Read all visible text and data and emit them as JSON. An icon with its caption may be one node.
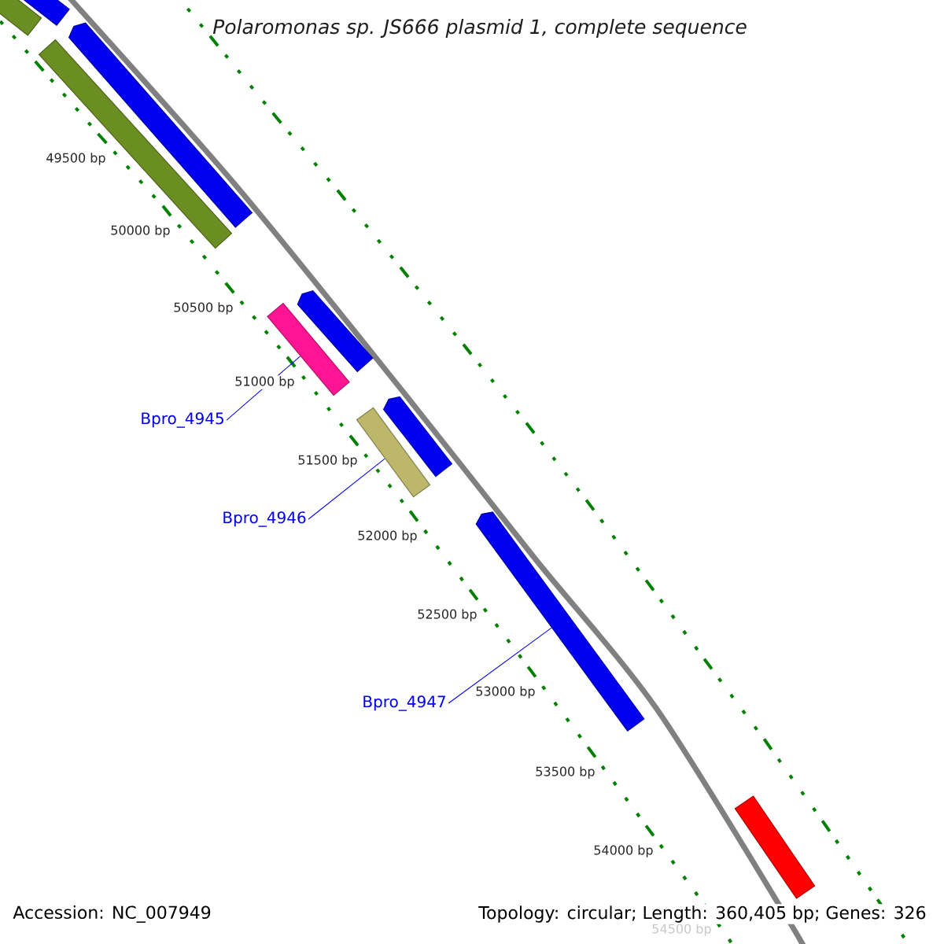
{
  "diagram": {
    "title": "Polaromonas sp. JS666 plasmid 1, complete sequence",
    "nodes": [
      {
        "text": [],
        "shape": "bar"
      },
      {
        "text": [],
        "shape": "bar"
      },
      {
        "text": [],
        "shape": "bar"
      },
      {
        "text": [],
        "shape": "arrow"
      },
      {
        "text": [],
        "shape": "bar"
      },
      {
        "text": [],
        "shape": "arrow"
      },
      {
        "text": [],
        "shape": "bar"
      },
      {
        "text": [],
        "shape": "arrow"
      },
      {
        "text": [],
        "shape": "arrow"
      },
      {
        "text": [],
        "shape": "bar"
      },
      {
        "text": [
          "Bpro_4945"
        ]
      },
      {
        "text": [
          "Bpro_4946"
        ]
      },
      {
        "text": [
          "Bpro_4947"
        ]
      }
    ],
    "edges": [
      {
        "from": 10,
        "to": 4,
        "arrow": "none"
      },
      {
        "from": 11,
        "to": 6,
        "arrow": "none"
      },
      {
        "from": 12,
        "to": 8,
        "arrow": "none"
      }
    ],
    "labels": [
      "49500 bp",
      "50000 bp",
      "50500 bp",
      "51000 bp",
      "51500 bp",
      "52000 bp",
      "52500 bp",
      "53000 bp",
      "53500 bp",
      "54000 bp",
      "54500 bp",
      "Accession: NC_007949",
      "Topology: circular; Length: 360,405 bp; Genes: 326"
    ]
  }
}
